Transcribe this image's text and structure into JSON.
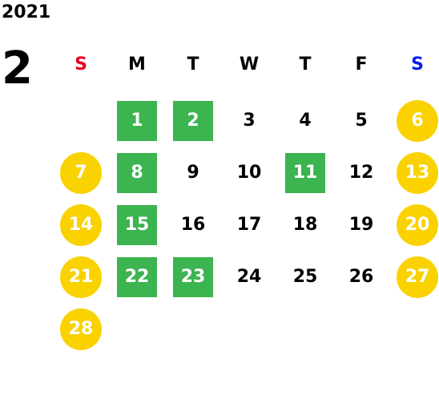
{
  "year": "2021",
  "month": "2",
  "colors": {
    "sunday_label": "#e6001e",
    "saturday_label": "#0a1ee6",
    "weekday_label": "#000000",
    "holiday_square": "#3cb450",
    "weekend_circle": "#fad200"
  },
  "weekdays": [
    {
      "label": "S",
      "color": "#e6001e"
    },
    {
      "label": "M",
      "color": "#000000"
    },
    {
      "label": "T",
      "color": "#000000"
    },
    {
      "label": "W",
      "color": "#000000"
    },
    {
      "label": "T",
      "color": "#000000"
    },
    {
      "label": "F",
      "color": "#000000"
    },
    {
      "label": "S",
      "color": "#0a1ee6"
    }
  ],
  "weeks": [
    [
      null,
      {
        "d": "1",
        "mark": "holiday"
      },
      {
        "d": "2",
        "mark": "holiday"
      },
      {
        "d": "3",
        "mark": "none"
      },
      {
        "d": "4",
        "mark": "none"
      },
      {
        "d": "5",
        "mark": "none"
      },
      {
        "d": "6",
        "mark": "weekend"
      }
    ],
    [
      {
        "d": "7",
        "mark": "weekend"
      },
      {
        "d": "8",
        "mark": "holiday"
      },
      {
        "d": "9",
        "mark": "none"
      },
      {
        "d": "10",
        "mark": "none"
      },
      {
        "d": "11",
        "mark": "holiday"
      },
      {
        "d": "12",
        "mark": "none"
      },
      {
        "d": "13",
        "mark": "weekend"
      }
    ],
    [
      {
        "d": "14",
        "mark": "weekend"
      },
      {
        "d": "15",
        "mark": "holiday"
      },
      {
        "d": "16",
        "mark": "none"
      },
      {
        "d": "17",
        "mark": "none"
      },
      {
        "d": "18",
        "mark": "none"
      },
      {
        "d": "19",
        "mark": "none"
      },
      {
        "d": "20",
        "mark": "weekend"
      }
    ],
    [
      {
        "d": "21",
        "mark": "weekend"
      },
      {
        "d": "22",
        "mark": "holiday"
      },
      {
        "d": "23",
        "mark": "holiday"
      },
      {
        "d": "24",
        "mark": "none"
      },
      {
        "d": "25",
        "mark": "none"
      },
      {
        "d": "26",
        "mark": "none"
      },
      {
        "d": "27",
        "mark": "weekend"
      }
    ],
    [
      {
        "d": "28",
        "mark": "weekend"
      },
      null,
      null,
      null,
      null,
      null,
      null
    ]
  ]
}
